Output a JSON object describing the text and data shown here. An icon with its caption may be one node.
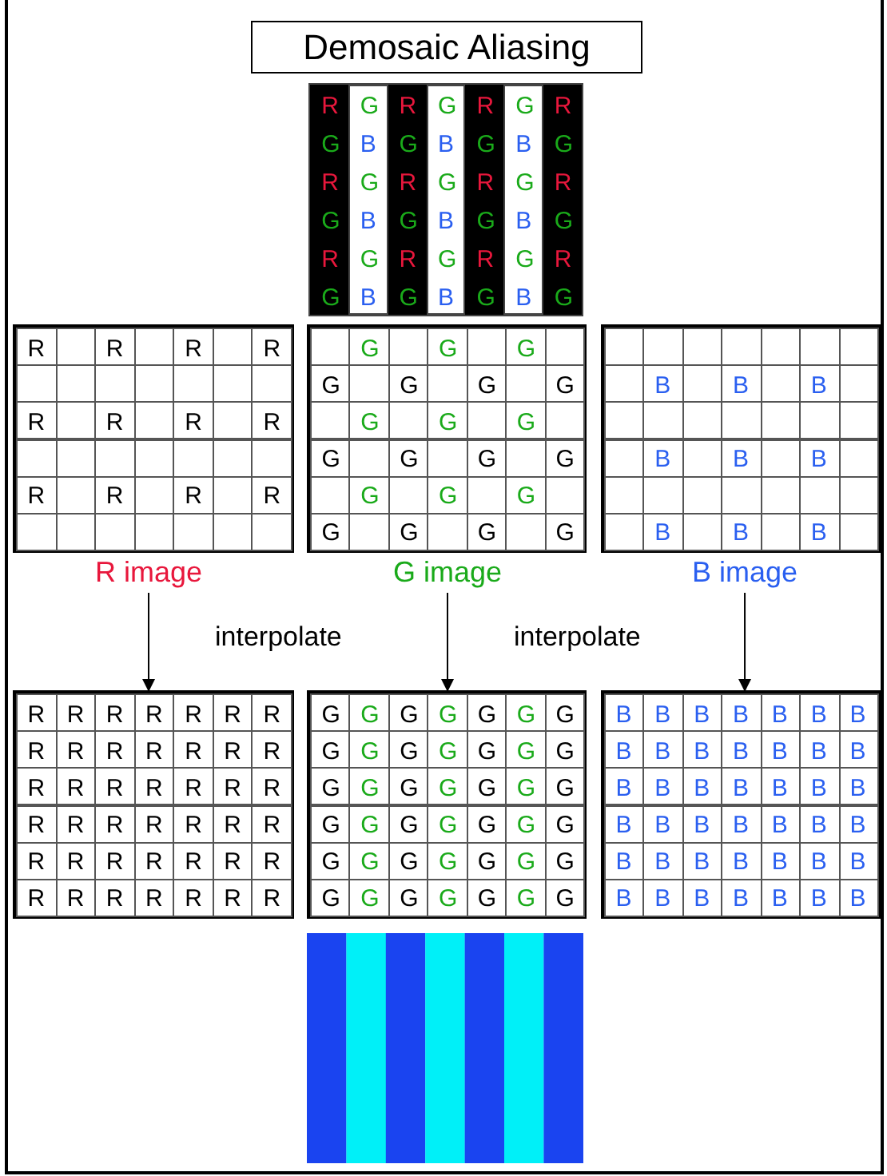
{
  "diagram": {
    "title": "Demosaic Aliasing",
    "nodes": [
      {
        "text": [
          "R",
          "G",
          "R",
          "G",
          "R",
          "G",
          "R",
          "G",
          "B",
          "G",
          "B",
          "G",
          "B",
          "G",
          "R",
          "G",
          "R",
          "G",
          "R",
          "G",
          "R",
          "G",
          "B",
          "G",
          "B",
          "G",
          "B",
          "G",
          "R",
          "G",
          "R",
          "G",
          "R",
          "G",
          "R",
          "G",
          "B",
          "G",
          "B",
          "G",
          "B",
          "G"
        ]
      },
      {
        "text": [
          "R",
          "R",
          "R",
          "R",
          "R",
          "R",
          "R",
          "R",
          "R",
          "R",
          "R",
          "R"
        ]
      },
      {
        "text": [
          "G",
          "G",
          "G",
          "G",
          "G",
          "G",
          "G",
          "G",
          "G",
          "G",
          "G",
          "G",
          "G",
          "G",
          "G",
          "G",
          "G",
          "G",
          "G",
          "G",
          "G"
        ]
      },
      {
        "text": [
          "B",
          "B",
          "B",
          "B",
          "B",
          "B",
          "B",
          "B",
          "B"
        ]
      },
      {
        "text": [
          "R image"
        ]
      },
      {
        "text": [
          "G image"
        ]
      },
      {
        "text": [
          "B image"
        ]
      },
      {
        "text": [
          "R",
          "R",
          "R",
          "R",
          "R",
          "R",
          "R",
          "R",
          "R",
          "R",
          "R",
          "R",
          "R",
          "R",
          "R",
          "R",
          "R",
          "R",
          "R",
          "R",
          "R",
          "R",
          "R",
          "R",
          "R",
          "R",
          "R",
          "R",
          "R",
          "R",
          "R",
          "R",
          "R",
          "R",
          "R",
          "R",
          "R",
          "R",
          "R",
          "R",
          "R",
          "R"
        ]
      },
      {
        "text": [
          "G",
          "G",
          "G",
          "G",
          "G",
          "G",
          "G",
          "G",
          "G",
          "G",
          "G",
          "G",
          "G",
          "G",
          "G",
          "G",
          "G",
          "G",
          "G",
          "G",
          "G",
          "G",
          "G",
          "G",
          "G",
          "G",
          "G",
          "G",
          "G",
          "G",
          "G",
          "G",
          "G",
          "G",
          "G",
          "G",
          "G",
          "G",
          "G",
          "G",
          "G",
          "G"
        ]
      },
      {
        "text": [
          "B",
          "B",
          "B",
          "B",
          "B",
          "B",
          "B",
          "B",
          "B",
          "B",
          "B",
          "B",
          "B",
          "B",
          "B",
          "B",
          "B",
          "B",
          "B",
          "B",
          "B",
          "B",
          "B",
          "B",
          "B",
          "B",
          "B",
          "B",
          "B",
          "B",
          "B",
          "B",
          "B",
          "B",
          "B",
          "B",
          "B",
          "B",
          "B",
          "B",
          "B",
          "B"
        ]
      }
    ],
    "edges": [
      {
        "from": 4,
        "to": 7,
        "arrow": "to"
      },
      {
        "from": 5,
        "to": 8,
        "arrow": "to"
      },
      {
        "from": 6,
        "to": 9,
        "arrow": "to"
      }
    ],
    "labels": [
      "interpolate",
      "interpolate"
    ]
  }
}
